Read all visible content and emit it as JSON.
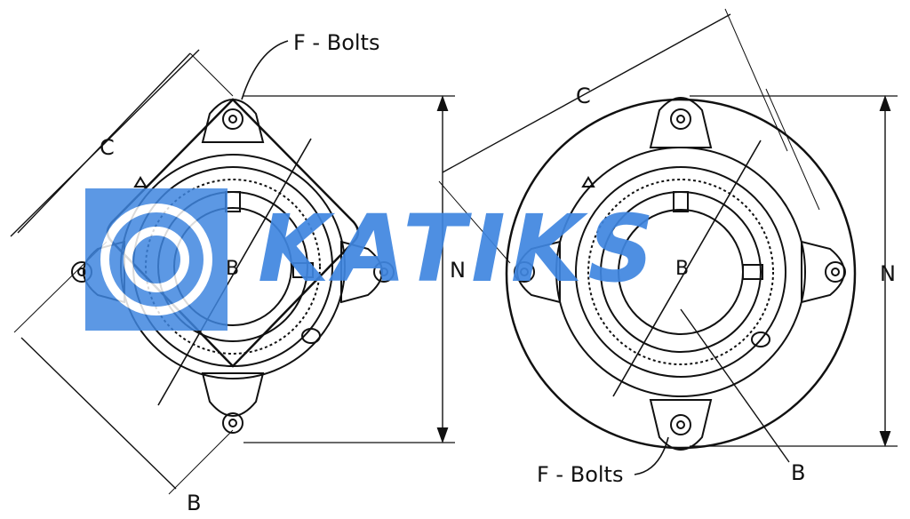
{
  "labels": {
    "left": {
      "f_bolts": "F - Bolts",
      "c": "C",
      "n": "N",
      "b_center": "B",
      "b_bottom": "B"
    },
    "right": {
      "f_bolts": "F - Bolts",
      "c": "C",
      "n": "N",
      "b_center": "B",
      "b_bottom": "B"
    }
  },
  "watermark": {
    "text": "KATIKS",
    "color": "#3f86e0"
  }
}
